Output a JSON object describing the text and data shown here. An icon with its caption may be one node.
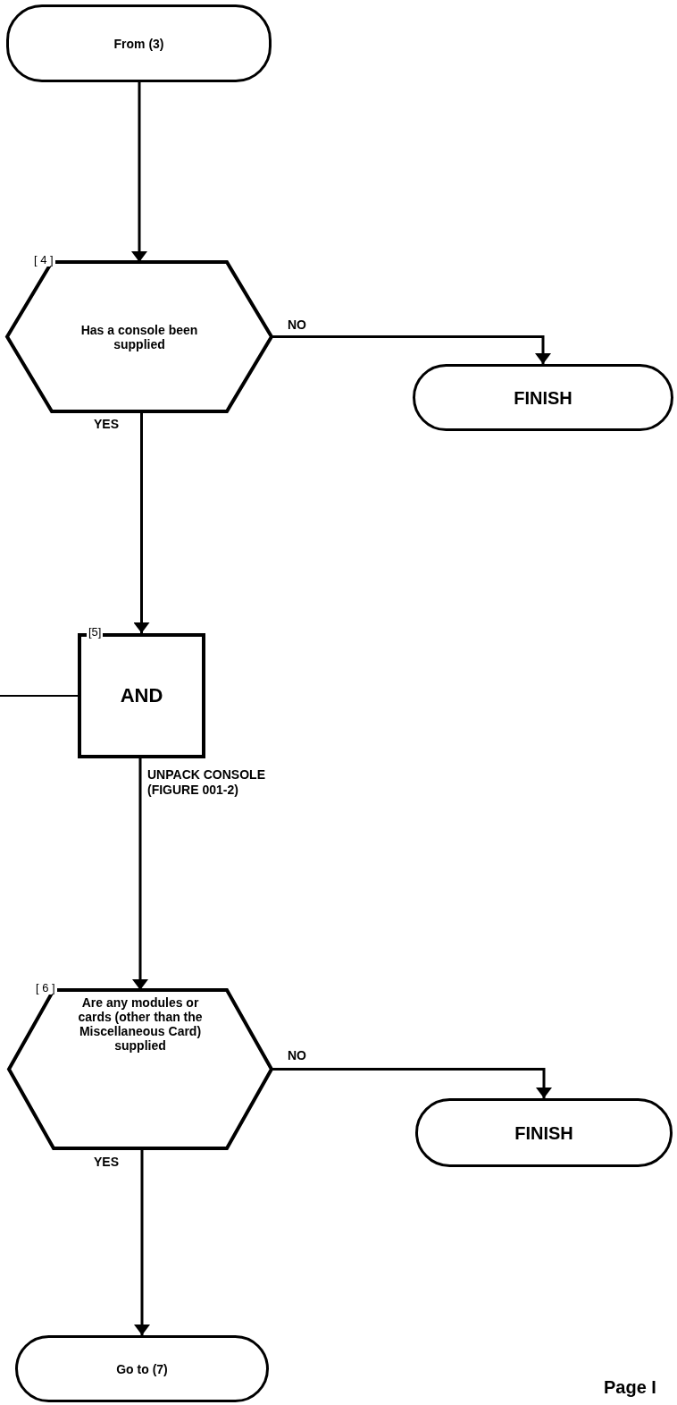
{
  "diagram": {
    "nodes": [
      {
        "text": [
          "From (3)"
        ]
      },
      {
        "text": [
          "[ 4 ]",
          "Has a console been supplied"
        ]
      },
      {
        "text": [
          "FINISH"
        ]
      },
      {
        "text": [
          "[5]",
          "AND"
        ]
      },
      {
        "text": [
          "[ 6 ]",
          "Are any modules or cards (other than the Miscellaneous Card) supplied"
        ]
      },
      {
        "text": [
          "FINISH"
        ]
      },
      {
        "text": [
          "Go to (7)"
        ]
      }
    ],
    "edges": [
      {
        "from": 0,
        "to": 1,
        "arrow": "to"
      },
      {
        "from": 1,
        "to": 2,
        "arrow": "to",
        "label": "NO"
      },
      {
        "from": 1,
        "to": 3,
        "arrow": "to",
        "label": "YES"
      },
      {
        "from": null,
        "to": 3,
        "arrow": "none"
      },
      {
        "from": 3,
        "to": 4,
        "arrow": "to",
        "label": "UNPACK CONSOLE (FIGURE 001-2)"
      },
      {
        "from": 4,
        "to": 5,
        "arrow": "to",
        "label": "NO"
      },
      {
        "from": 4,
        "to": 6,
        "arrow": "to",
        "label": "YES"
      }
    ],
    "labels": [
      "Page I"
    ]
  }
}
